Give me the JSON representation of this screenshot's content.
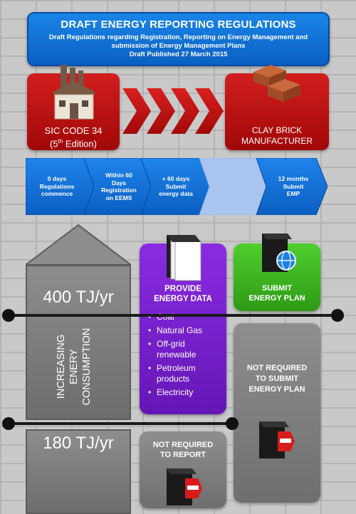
{
  "header": {
    "title": "DRAFT ENERGY REPORTING REGULATIONS",
    "line1": "Draft Regulations regarding Registration, Reporting on Energy Management and",
    "line2": "submission of Energy Management Plans",
    "line3": "Draft Published 27 March 2015"
  },
  "banner": {
    "left_line1": "SIC CODE 34",
    "left_line2_pre": "(5",
    "left_line2_sup": "th",
    "left_line2_post": " Edition)",
    "right_line1": "CLAY BRICK",
    "right_line2": "MANUFACTURER"
  },
  "timeline": {
    "steps": [
      {
        "l1": "0 days",
        "l2": "Regulations",
        "l3": "commence",
        "l4": ""
      },
      {
        "l1": "Within 60",
        "l2": "Days",
        "l3": "Registration",
        "l4": "on EEMS"
      },
      {
        "l1": "+ 60 days",
        "l2": "Submit",
        "l3": "energy data",
        "l4": ""
      },
      {
        "l1": "",
        "l2": "",
        "l3": "",
        "l4": ""
      },
      {
        "l1": "12 months",
        "l2": "Submit",
        "l3": "EMP",
        "l4": ""
      }
    ]
  },
  "levels": {
    "upper": "400 TJ/yr",
    "lower": "180 TJ/yr",
    "axis_l1": "INCREASING",
    "axis_l2": "ENERY",
    "axis_l3": "CONSUMPTION"
  },
  "provide": {
    "title1": "PROVIDE",
    "title2": "ENERGY DATA",
    "items": [
      "Coal",
      "Natural Gas",
      "Off-grid",
      "renewable",
      "Petroleum",
      "products",
      "Electricity"
    ]
  },
  "submit": {
    "title1": "SUBMIT",
    "title2": "ENERGY PLAN"
  },
  "not_required_plan": {
    "l1": "NOT REQUIRED",
    "l2": "TO SUBMIT",
    "l3": "ENERGY PLAN"
  },
  "not_required_report": {
    "l1": "NOT REQUIRED",
    "l2": "TO REPORT"
  },
  "colors": {
    "header": "#0b5fc2",
    "banner_red": "#b81010",
    "timeline_blue": "#0f6fd6",
    "timeline_light": "#a9c4ef",
    "purple": "#7a1fd6",
    "green": "#3cb61f",
    "gray": "#7d7d7d"
  }
}
